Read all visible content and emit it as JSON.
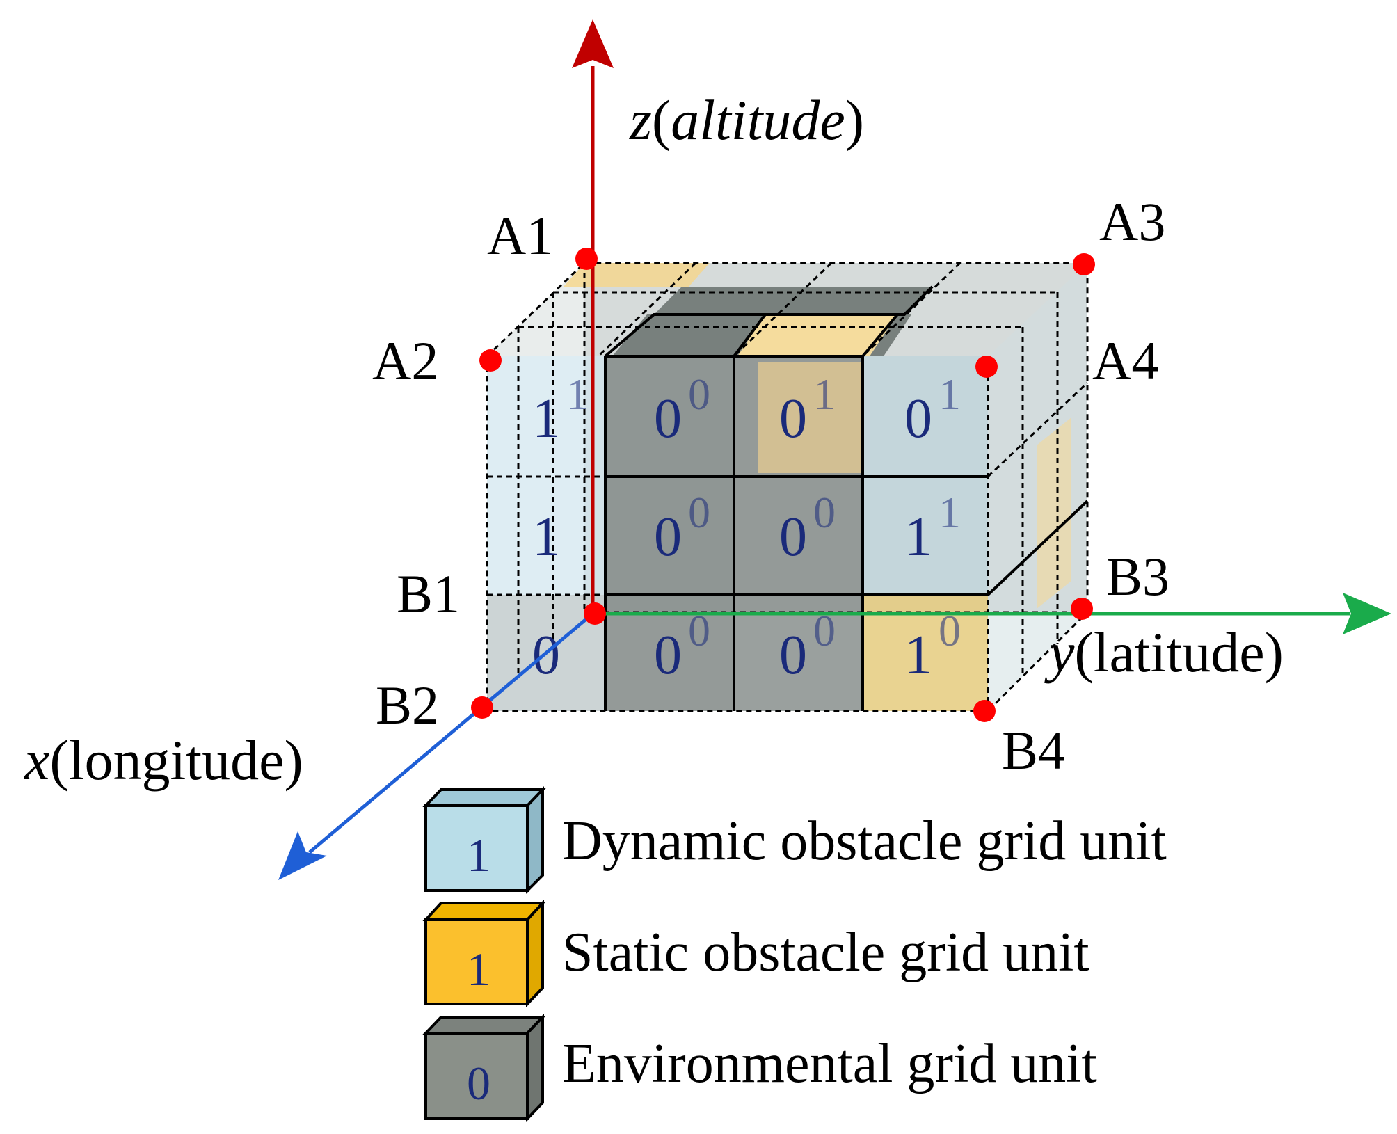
{
  "axes": {
    "z": {
      "var": "z",
      "name": "altitude",
      "color": "#c00000"
    },
    "y": {
      "var": "y",
      "name": "latitude",
      "color": "#1aab4b"
    },
    "x": {
      "var": "x",
      "name": "longitude",
      "color": "#1f5fd6"
    }
  },
  "points": [
    "A1",
    "A2",
    "A3",
    "A4",
    "B1",
    "B2",
    "B3",
    "B4"
  ],
  "front_face_values": [
    [
      "1",
      "0",
      "0",
      "0"
    ],
    [
      "1",
      "0",
      "0",
      "1"
    ],
    [
      "0",
      "0",
      "0",
      "1"
    ]
  ],
  "back_layer_values": [
    [
      "1",
      "0",
      "1",
      "1"
    ],
    [
      "",
      "0",
      "0",
      "1"
    ],
    [
      "",
      "0",
      "0",
      "0"
    ]
  ],
  "legend": [
    {
      "value": "1",
      "label": "Dynamic obstacle grid unit",
      "color": "#b9dde8"
    },
    {
      "value": "1",
      "label": "Static obstacle grid unit",
      "color": "#fbc02d"
    },
    {
      "value": "0",
      "label": "Environmental grid unit",
      "color": "#8a9089"
    }
  ],
  "colors": {
    "point": "#ff0000",
    "dynamic": "#b9dde8",
    "static": "#fbc02d",
    "environment": "#8a9089"
  }
}
